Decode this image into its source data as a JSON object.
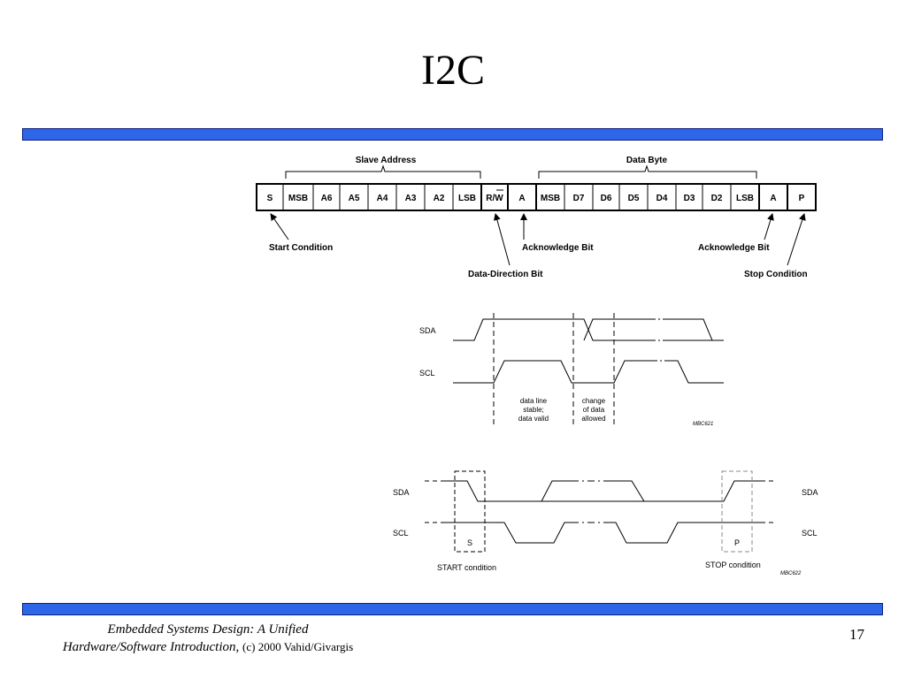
{
  "slide": {
    "title": "I2C",
    "page_number": "17",
    "footer": {
      "book_title": "Embedded Systems Design: A Unified",
      "book_subtitle": "Hardware/Software Introduction,",
      "copyright": "(c) 2000 Vahid/Givargis"
    }
  },
  "frame": {
    "group_labels": {
      "slave_address": "Slave Address",
      "data_byte": "Data Byte"
    },
    "fields": [
      "S",
      "MSB",
      "A6",
      "A5",
      "A4",
      "A3",
      "A2",
      "LSB",
      "R/W",
      "A",
      "MSB",
      "D7",
      "D6",
      "D5",
      "D4",
      "D3",
      "D2",
      "LSB",
      "A",
      "P"
    ],
    "annotations": {
      "start": "Start Condition",
      "data_direction": "Data-Direction Bit",
      "ack1": "Acknowledge Bit",
      "ack2": "Acknowledge Bit",
      "stop": "Stop Condition"
    }
  },
  "timing1": {
    "sda": "SDA",
    "scl": "SCL",
    "stable_text": [
      "data line",
      "stable;",
      "data valid"
    ],
    "change_text": [
      "change",
      "of data",
      "allowed"
    ],
    "ref": "MBC621"
  },
  "timing2": {
    "sda_left": "SDA",
    "scl_left": "SCL",
    "sda_right": "SDA",
    "scl_right": "SCL",
    "s_box": "S",
    "p_box": "P",
    "start_label": "START condition",
    "stop_label": "STOP condition",
    "ref": "MBC622"
  },
  "colors": {
    "bar": "#2d66e6",
    "bar_border": "#0b1f80"
  }
}
